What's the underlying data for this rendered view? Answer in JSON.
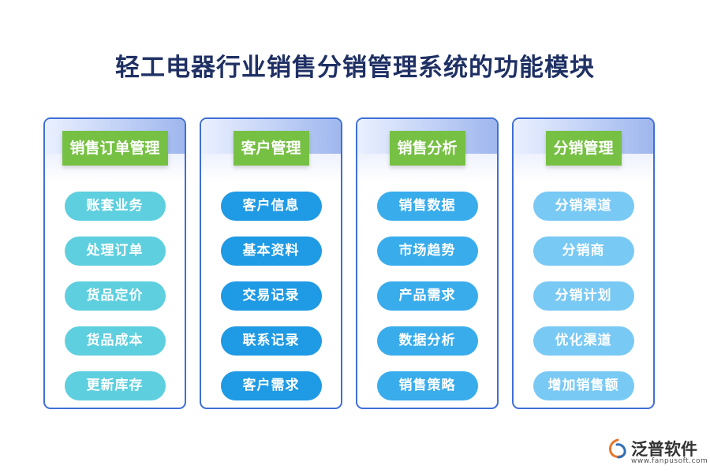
{
  "title": "轻工电器行业销售分销管理系统的功能模块",
  "columns": [
    {
      "header": "销售订单管理",
      "items": [
        "账套业务",
        "处理订单",
        "货品定价",
        "货品成本",
        "更新库存"
      ]
    },
    {
      "header": "客户管理",
      "items": [
        "客户信息",
        "基本资料",
        "交易记录",
        "联系记录",
        "客户需求"
      ]
    },
    {
      "header": "销售分析",
      "items": [
        "销售数据",
        "市场趋势",
        "产品需求",
        "数据分析",
        "销售策略"
      ]
    },
    {
      "header": "分销管理",
      "items": [
        "分销渠道",
        "分销商",
        "分销计划",
        "优化渠道",
        "增加销售额"
      ]
    }
  ],
  "logo": {
    "name": "泛普软件",
    "url": "www.fanpusoft.com"
  },
  "colors": {
    "title": "#1f3064",
    "header_green": "#76c043",
    "column_border": "#3f6fd6",
    "pill_col1": "#5ecfde",
    "pill_col2": "#1f9ae4",
    "pill_col3": "#39acec",
    "pill_col4": "#79c9f5"
  }
}
